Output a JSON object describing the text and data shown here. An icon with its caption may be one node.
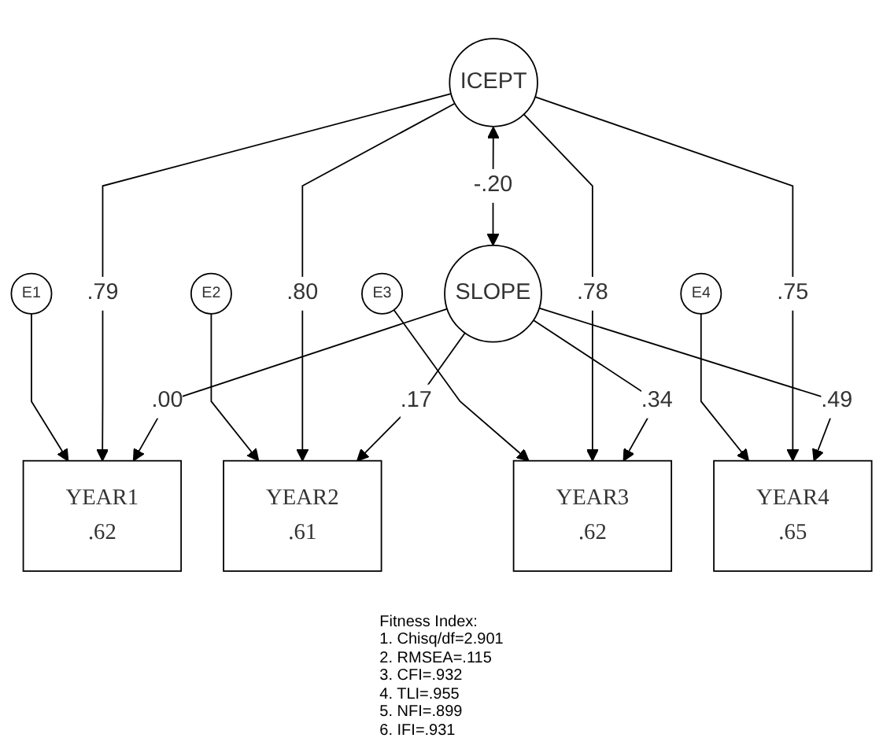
{
  "diagram": {
    "nodes": [
      {
        "text": [
          "E1"
        ]
      },
      {
        "text": [
          "E2"
        ]
      },
      {
        "text": [
          "E3"
        ]
      },
      {
        "text": [
          "E4"
        ]
      },
      {
        "text": [
          "YEAR1",
          ".62"
        ]
      },
      {
        "text": [
          "YEAR2",
          ".61"
        ]
      },
      {
        "text": [
          "YEAR3",
          ".62"
        ]
      },
      {
        "text": [
          "YEAR4",
          ".65"
        ]
      },
      {
        "text": [
          "ICEPT"
        ]
      },
      {
        "text": [
          "SLOPE"
        ]
      }
    ],
    "edges": [
      {
        "from": 0,
        "to": 4,
        "arrow": "to"
      },
      {
        "from": 1,
        "to": 5,
        "arrow": "to"
      },
      {
        "from": 2,
        "to": 6,
        "arrow": "to"
      },
      {
        "from": 3,
        "to": 7,
        "arrow": "to"
      },
      {
        "from": 8,
        "to": 4,
        "arrow": "to",
        "label": ".79"
      },
      {
        "from": 8,
        "to": 5,
        "arrow": "to",
        "label": ".80"
      },
      {
        "from": 8,
        "to": 6,
        "arrow": "to",
        "label": ".78"
      },
      {
        "from": 8,
        "to": 7,
        "arrow": "to",
        "label": ".75"
      },
      {
        "from": 9,
        "to": 4,
        "arrow": "to",
        "label": ".00"
      },
      {
        "from": 9,
        "to": 5,
        "arrow": "to",
        "label": ".17"
      },
      {
        "from": 9,
        "to": 6,
        "arrow": "to",
        "label": ".34"
      },
      {
        "from": 9,
        "to": 7,
        "arrow": "to",
        "label": ".49"
      },
      {
        "from": 8,
        "to": 9,
        "arrow": "both",
        "label": "-.20"
      }
    ],
    "labels": [
      "Fitness Index:",
      "1. Chisq/df=2.901",
      "2. RMSEA=.115",
      "3. CFI=.932",
      "4. TLI=.955",
      "5. NFI=.899",
      "6. IFI=.931"
    ]
  }
}
